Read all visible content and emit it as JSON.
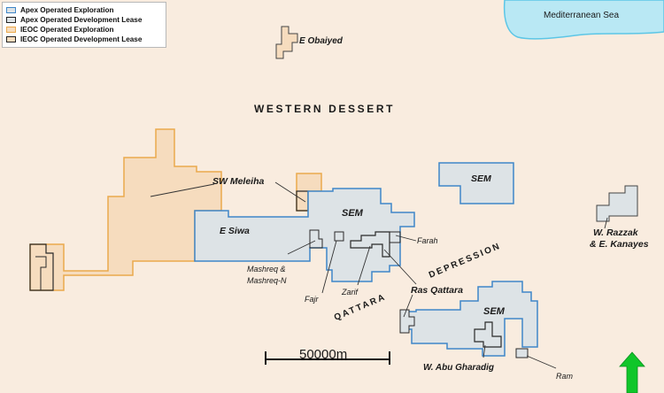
{
  "colors": {
    "background": "#f9ecdf",
    "sea": "#b9e8f4",
    "sea_line": "#5cc6e6",
    "apex_exploration_fill": "#dde3e6",
    "apex_exploration_line": "#3f86c8",
    "iapex_lease_line": "#2a2a2a",
    "ieoc_exploration_fill": "#f6dcbe",
    "ieoc_exploration_line": "#eaa94d",
    "north_arrow": "#10c62a"
  },
  "legend": [
    {
      "label": "Apex Operated Exploration",
      "key": "apex_exploration"
    },
    {
      "label": "Apex Operated Development Lease",
      "key": "apex_lease"
    },
    {
      "label": "IEOC Operated Exploration",
      "key": "ieoc_exploration"
    },
    {
      "label": "IEOC Operated Development Lease",
      "key": "ieoc_lease"
    }
  ],
  "labels": {
    "sea": "Mediterranean Sea",
    "e_obaiyed": "E Obaiyed",
    "western_dessert": "WESTERN DESSERT",
    "sw_meleiha": "SW Meleiha",
    "e_siwa": "E Siwa",
    "sem_main": "SEM",
    "sem_north": "SEM",
    "sem_south": "SEM",
    "farah": "Farah",
    "w_razzak_line1": "W. Razzak",
    "w_razzak_line2": "& E. Kanayes",
    "depression": "DEPRESSION",
    "qattara": "QATTARA",
    "mashreq_line1": "Mashreq &",
    "mashreq_line2": "Mashreq-N",
    "fajr": "Fajr",
    "zarif": "Zarif",
    "ras_qattara": "Ras Qattara",
    "w_abu_gharadig": "W. Abu Gharadig",
    "ram": "Ram",
    "scale": "50000m"
  },
  "icons": {
    "north_arrow": "up-arrow-icon"
  }
}
